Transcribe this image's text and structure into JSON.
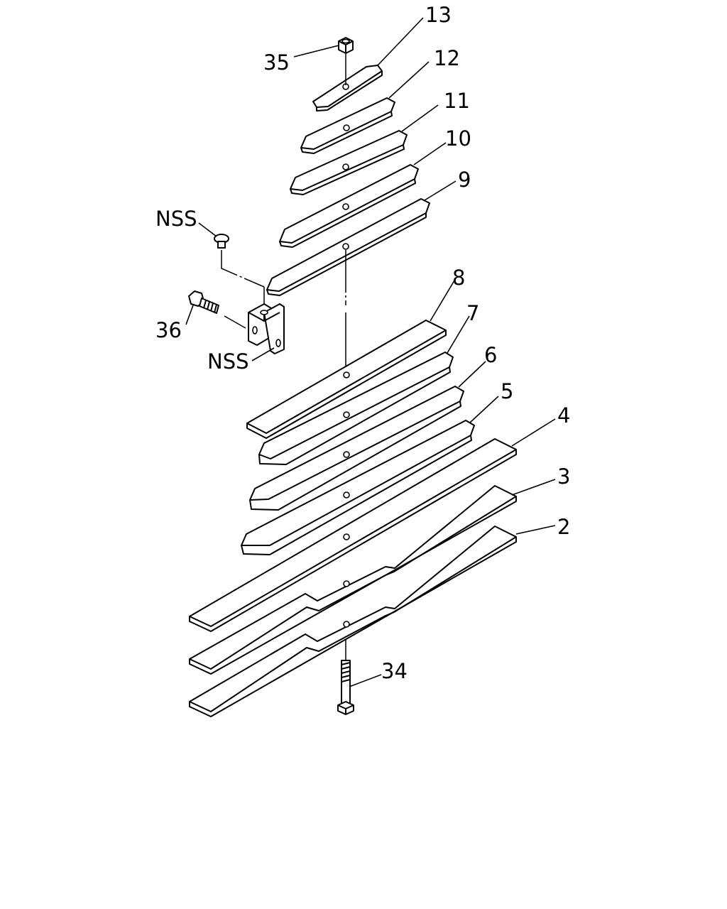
{
  "labels": {
    "l13": "13",
    "l12": "12",
    "l11": "11",
    "l10": "10",
    "l9": "9",
    "l8": "8",
    "l7": "7",
    "l6": "6",
    "l5": "5",
    "l4": "4",
    "l3": "3",
    "l2": "2",
    "l34": "34",
    "l35": "35",
    "l36": "36",
    "nss_top": "NSS",
    "nss_bottom": "NSS"
  }
}
